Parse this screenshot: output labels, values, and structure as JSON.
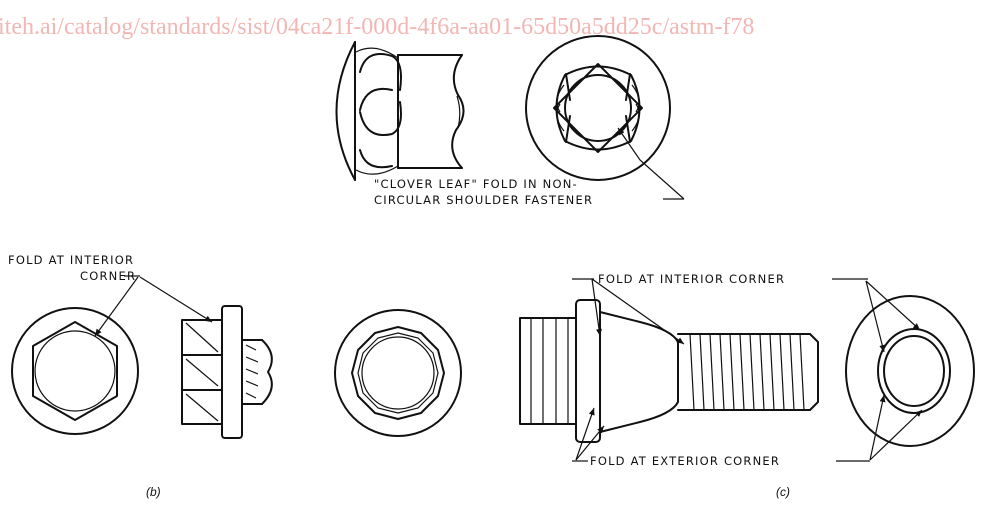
{
  "watermark": "iteh.ai/catalog/standards/sist/04ca21f-000d-4f6a-aa01-65d50a5dd25c/astm-f78",
  "labels": {
    "clover_line1": "\"CLOVER LEAF\" FOLD IN NON-",
    "clover_line2": "CIRCULAR SHOULDER FASTENER",
    "fold_interior_b_line1": "FOLD AT INTERIOR",
    "fold_interior_b_line2": "CORNER",
    "fold_interior_c": "FOLD AT INTERIOR CORNER",
    "fold_exterior_c": "FOLD AT EXTERIOR CORNER"
  },
  "captions": {
    "b": "(b)",
    "c": "(c)"
  },
  "colors": {
    "line": "#111111",
    "watermark": "#f2b7b4",
    "background": "#ffffff"
  }
}
